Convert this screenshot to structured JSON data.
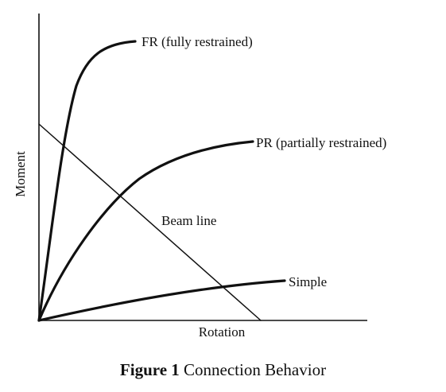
{
  "figure": {
    "y_axis_label": "Moment",
    "x_axis_label": "Rotation",
    "curves": [
      {
        "id": "fr",
        "label": "FR (fully restrained)"
      },
      {
        "id": "pr",
        "label": "PR (partially restrained)"
      },
      {
        "id": "beam",
        "label": "Beam line"
      },
      {
        "id": "simple",
        "label": "Simple"
      }
    ],
    "line_color": "#111111",
    "background": "#ffffff"
  },
  "caption": {
    "label": "Figure 1",
    "text": "Connection Behavior"
  }
}
